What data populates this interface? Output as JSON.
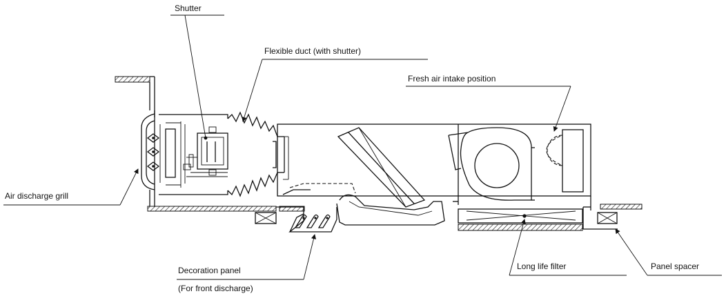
{
  "labels": {
    "shutter": "Shutter",
    "flexible_duct": "Flexible duct (with shutter)",
    "fresh_air_intake": "Fresh air intake position",
    "air_discharge_grill": "Air discharge grill",
    "decoration_panel": "Decoration panel",
    "decoration_panel_note": "(For front discharge)",
    "long_life_filter": "Long life filter",
    "panel_spacer": "Panel spacer"
  }
}
